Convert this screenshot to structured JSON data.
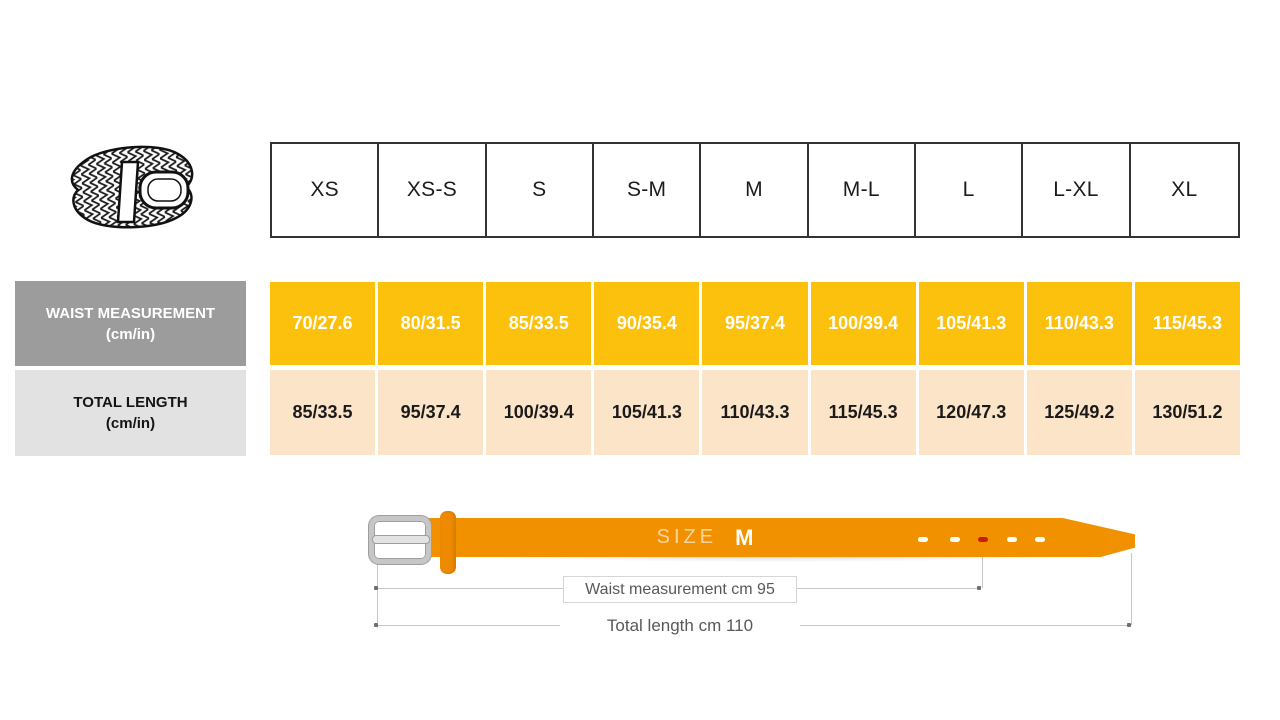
{
  "chart_data": {
    "type": "table",
    "columns": [
      "XS",
      "XS-S",
      "S",
      "S-M",
      "M",
      "M-L",
      "L",
      "L-XL",
      "XL"
    ],
    "rows": [
      {
        "label": [
          "WAIST MEASUREMENT",
          "(cm/in)"
        ],
        "values": [
          "70/27.6",
          "80/31.5",
          "85/33.5",
          "90/35.4",
          "95/37.4",
          "100/39.4",
          "105/41.3",
          "110/43.3",
          "115/45.3"
        ]
      },
      {
        "label": [
          "TOTAL LENGTH",
          "(cm/in)"
        ],
        "values": [
          "85/33.5",
          "95/37.4",
          "100/39.4",
          "105/41.3",
          "110/43.3",
          "115/45.3",
          "120/47.3",
          "125/49.2",
          "130/51.2"
        ]
      }
    ]
  },
  "diagram": {
    "size_label": "SIZE",
    "size_value": "M",
    "waist_annotation": "Waist measurement cm 95",
    "total_annotation": "Total length cm 110"
  },
  "colors": {
    "waist_cell_bg": "#FCC10D",
    "waist_cell_text": "#FFFFFF",
    "length_cell_bg": "#FCE4C9",
    "waist_label_bg": "#9C9C9C",
    "length_label_bg": "#E2E2E2",
    "belt_strap": "#F29100",
    "belt_loop": "#EE8A00",
    "belt_hole_marker": "#C71F0D",
    "annotation_text": "#57585C"
  },
  "icons": {
    "belt_image": "braided-belt-drawing"
  }
}
